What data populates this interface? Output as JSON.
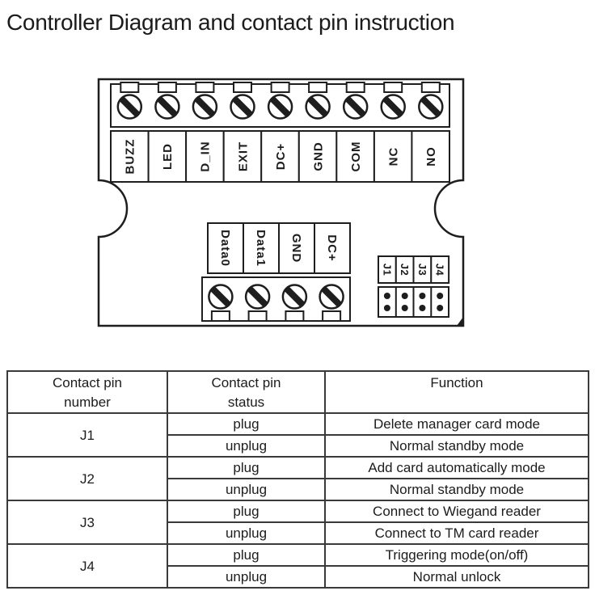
{
  "title": "Controller Diagram and contact pin instruction",
  "diagram": {
    "line_color": "#1e1e1e",
    "background_color": "#ffffff",
    "top_terminals": [
      "BUZZ",
      "LED",
      "D_IN",
      "EXIT",
      "DC+",
      "GND",
      "COM",
      "NC",
      "NO"
    ],
    "wiegand_terminals": [
      "Data0",
      "Data1",
      "GND",
      "DC+"
    ],
    "jumpers": [
      "J1",
      "J2",
      "J3",
      "J4"
    ]
  },
  "table": {
    "headers": {
      "pin_number_line1": "Contact pin",
      "pin_number_line2": "number",
      "status_line1": "Contact pin",
      "status_line2": "status",
      "function": "Function"
    },
    "rows": [
      {
        "pin": "J1",
        "plug": {
          "status": "plug",
          "function": "Delete manager card mode"
        },
        "unplug": {
          "status": "unplug",
          "function": "Normal standby mode"
        }
      },
      {
        "pin": "J2",
        "plug": {
          "status": "plug",
          "function": "Add card automatically mode"
        },
        "unplug": {
          "status": "unplug",
          "function": "Normal standby mode"
        }
      },
      {
        "pin": "J3",
        "plug": {
          "status": "plug",
          "function": "Connect to Wiegand reader"
        },
        "unplug": {
          "status": "unplug",
          "function": "Connect to TM card reader"
        }
      },
      {
        "pin": "J4",
        "plug": {
          "status": "plug",
          "function": "Triggering mode(on/off)"
        },
        "unplug": {
          "status": "unplug",
          "function": "Normal unlock"
        }
      }
    ]
  }
}
